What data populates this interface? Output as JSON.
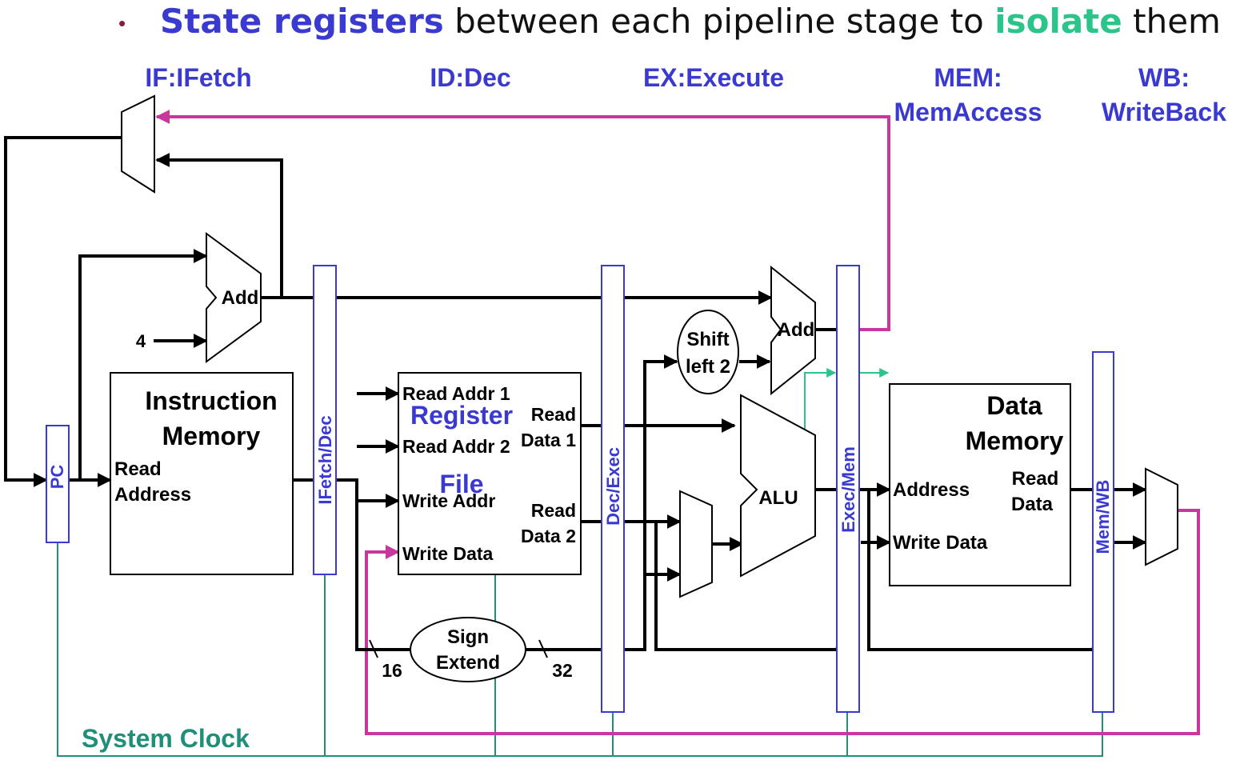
{
  "header": {
    "bullet": "•",
    "part1": "State registers",
    "part2": " between each pipeline stage to ",
    "part3": "isolate",
    "part4": " them"
  },
  "stages": {
    "if": "IF:IFetch",
    "id": "ID:Dec",
    "ex": "EX:Execute",
    "mem_l1": "MEM:",
    "mem_l2": "MemAccess",
    "wb_l1": "WB:",
    "wb_l2": "WriteBack"
  },
  "pipeline_registers": {
    "pc": "PC",
    "ifdec": "IFetch/Dec",
    "decexec": "Dec/Exec",
    "execmem": "Exec/Mem",
    "memwb": "Mem/WB"
  },
  "instruction_memory": {
    "title_l1": "Instruction",
    "title_l2": "Memory",
    "port_l1": "Read",
    "port_l2": "Address"
  },
  "register_file": {
    "title_l1": "Register",
    "title_l2": "File",
    "read_addr1": "Read Addr 1",
    "read_addr2": "Read Addr 2",
    "write_addr": "Write Addr",
    "write_data": "Write Data",
    "rd1_l1": "Read",
    "rd1_l2": "Data 1",
    "rd2_l1": "Read",
    "rd2_l2": "Data 2"
  },
  "data_memory": {
    "title_l1": "Data",
    "title_l2": "Memory",
    "address": "Address",
    "write_data": "Write Data",
    "rd_l1": "Read",
    "rd_l2": "Data"
  },
  "units": {
    "add_pc": "Add",
    "add_branch": "Add",
    "alu": "ALU",
    "shift_l1": "Shift",
    "shift_l2": "left 2",
    "sign_l1": "Sign",
    "sign_l2": "Extend",
    "const_four": "4",
    "width_in": "16",
    "width_out": "32"
  },
  "clock_label": "System Clock",
  "colors": {
    "stage_blue": "#3a3ad0",
    "branch_magenta": "#c8389c",
    "clock_teal": "#1f8f7a",
    "control_green": "#2bc48a",
    "wire": "#000000"
  }
}
